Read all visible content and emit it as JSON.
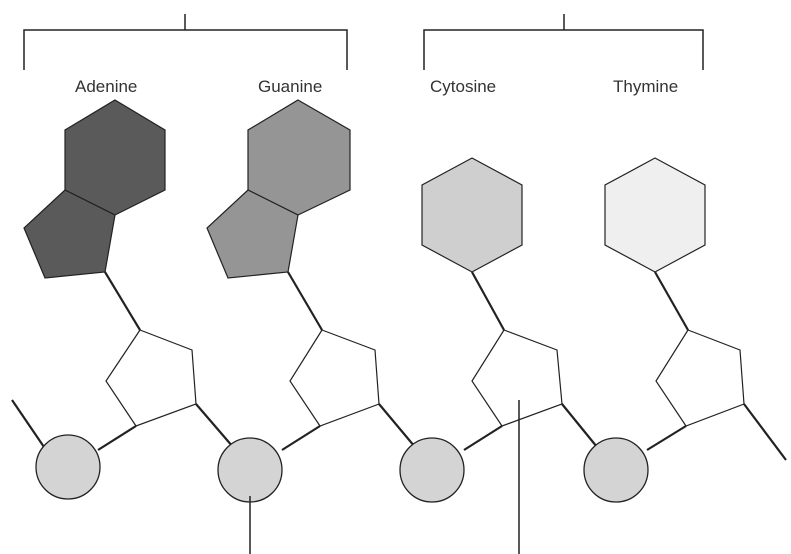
{
  "nucleotides": [
    {
      "id": "adenine",
      "label": "Adenine",
      "type": "purine",
      "color": "#5a5a5a"
    },
    {
      "id": "guanine",
      "label": "Guanine",
      "type": "purine",
      "color": "#959595"
    },
    {
      "id": "cytosine",
      "label": "Cytosine",
      "type": "pyrimidine",
      "color": "#cfcfcf"
    },
    {
      "id": "thymine",
      "label": "Thymine",
      "type": "pyrimidine",
      "color": "#efefef"
    }
  ],
  "colors": {
    "line": "#222222",
    "phosphate": "#d4d4d4",
    "sugar": "#ffffff"
  }
}
